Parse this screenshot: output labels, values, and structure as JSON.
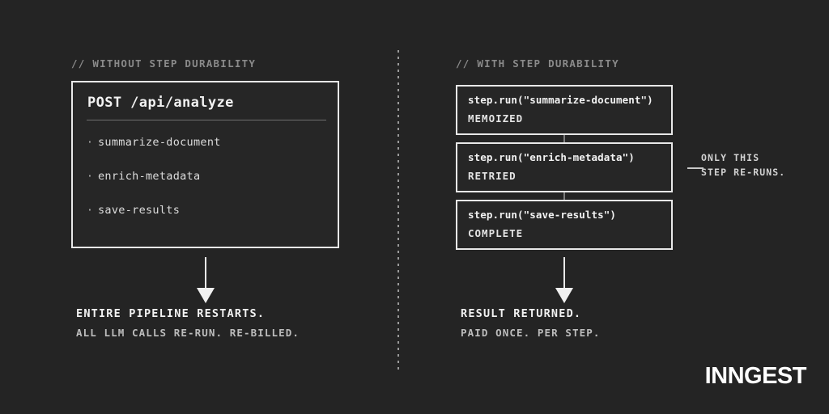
{
  "theme": {
    "background": "#242424",
    "surface": "#262626",
    "border": "#e8e8e8",
    "text_primary": "#f2f2f2",
    "text_secondary": "#bdbdbd",
    "text_muted": "#8a8a8a",
    "divider": "#6e6e6e"
  },
  "left_column": {
    "comment": "// WITHOUT STEP DURABILITY",
    "card": {
      "title": "POST /api/analyze",
      "bullet_glyph": "·",
      "items": [
        {
          "label": "summarize-document"
        },
        {
          "label": "enrich-metadata"
        },
        {
          "label": "save-results"
        }
      ]
    },
    "arrow": "arrow-down",
    "caption": {
      "main": "ENTIRE PIPELINE RESTARTS.",
      "sub": "ALL LLM CALLS RE-RUN. RE-BILLED."
    }
  },
  "right_column": {
    "comment": "// WITH STEP DURABILITY",
    "steps": [
      {
        "call": "step.run(\"summarize-document\")",
        "status": "MEMOIZED"
      },
      {
        "call": "step.run(\"enrich-metadata\")",
        "status": "RETRIED"
      },
      {
        "call": "step.run(\"save-results\")",
        "status": "COMPLETE"
      }
    ],
    "callout": {
      "line1": "ONLY THIS",
      "line2": "STEP RE-RUNS."
    },
    "arrow": "arrow-down",
    "caption": {
      "main": "RESULT RETURNED.",
      "sub": "PAID ONCE. PER STEP."
    }
  },
  "brand": {
    "logo_text": "INNGEST"
  }
}
